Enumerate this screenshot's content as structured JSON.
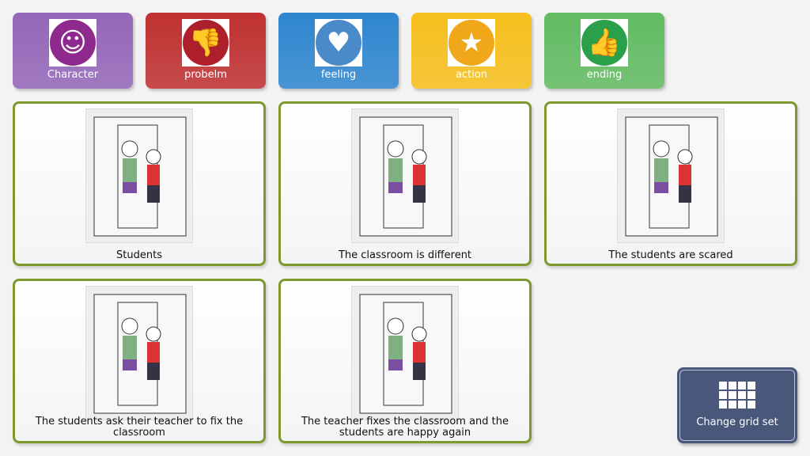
{
  "categories": [
    {
      "label": "Character",
      "icon": "person-icon",
      "color": "#9466b8",
      "iconColor": "#8e2a8e"
    },
    {
      "label": "probelm",
      "icon": "thumbs-down-icon",
      "color": "#bf3131",
      "iconColor": "#ad1f2b"
    },
    {
      "label": "feeling",
      "icon": "heart-drop-icon",
      "color": "#2f86cf",
      "iconColor": "#4a8ac9"
    },
    {
      "label": "action",
      "icon": "star-icon",
      "color": "#f6bf1d",
      "iconColor": "#f0a81a"
    },
    {
      "label": "ending",
      "icon": "thumbs-up-icon",
      "color": "#62bb62",
      "iconColor": "#2ba04a"
    }
  ],
  "cards": [
    {
      "text": "Students"
    },
    {
      "text": "The classroom is different"
    },
    {
      "text": "The students are scared"
    },
    {
      "text": "The students ask their teacher to fix the classroom"
    },
    {
      "text": "The teacher fixes the classroom and the students are happy again"
    }
  ],
  "change_grid": {
    "label": "Change grid set",
    "icon": "grid-icon"
  }
}
